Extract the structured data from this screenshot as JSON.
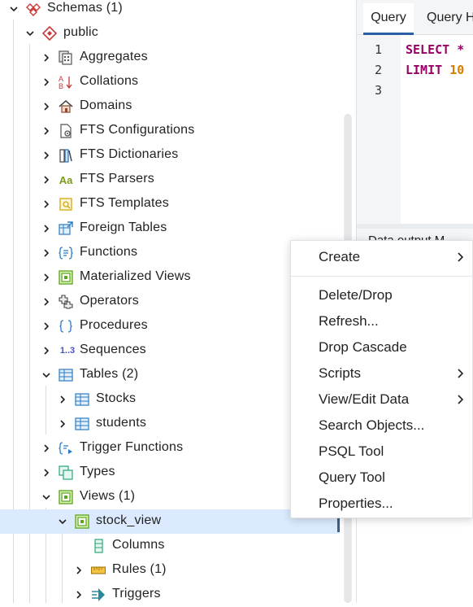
{
  "tree": {
    "schemas": "Schemas (1)",
    "public": "public",
    "aggregates": "Aggregates",
    "collations": "Collations",
    "domains": "Domains",
    "fts_configurations": "FTS Configurations",
    "fts_dictionaries": "FTS Dictionaries",
    "fts_parsers": "FTS Parsers",
    "fts_parsers_icon_text": "Aa",
    "fts_templates": "FTS Templates",
    "foreign_tables": "Foreign Tables",
    "functions": "Functions",
    "materialized_views": "Materialized Views",
    "operators": "Operators",
    "procedures": "Procedures",
    "sequences": "Sequences",
    "sequences_icon_text": "1..3",
    "tables": "Tables (2)",
    "stocks": "Stocks",
    "students": "students",
    "trigger_functions": "Trigger Functions",
    "types": "Types",
    "views": "Views (1)",
    "stock_view": "stock_view",
    "columns": "Columns",
    "rules": "Rules (1)",
    "triggers": "Triggers"
  },
  "query": {
    "tab_query": "Query",
    "tab_history": "Query H",
    "line1": "1",
    "line2": "2",
    "line3": "3",
    "code1": "SELECT *",
    "code2_kw": "LIMIT",
    "code2_num": "10",
    "lower_tab": "Data output   M"
  },
  "menu": {
    "create": "Create",
    "delete_drop": "Delete/Drop",
    "refresh": "Refresh...",
    "drop_cascade": "Drop Cascade",
    "scripts": "Scripts",
    "view_edit_data": "View/Edit Data",
    "search_objects": "Search Objects...",
    "psql_tool": "PSQL Tool",
    "query_tool": "Query Tool",
    "properties": "Properties..."
  },
  "colors": {
    "selected_row": "#dbeafe",
    "keyword": "#990066",
    "number": "#d87b00",
    "active_tab_border": "#2b5fa3"
  }
}
